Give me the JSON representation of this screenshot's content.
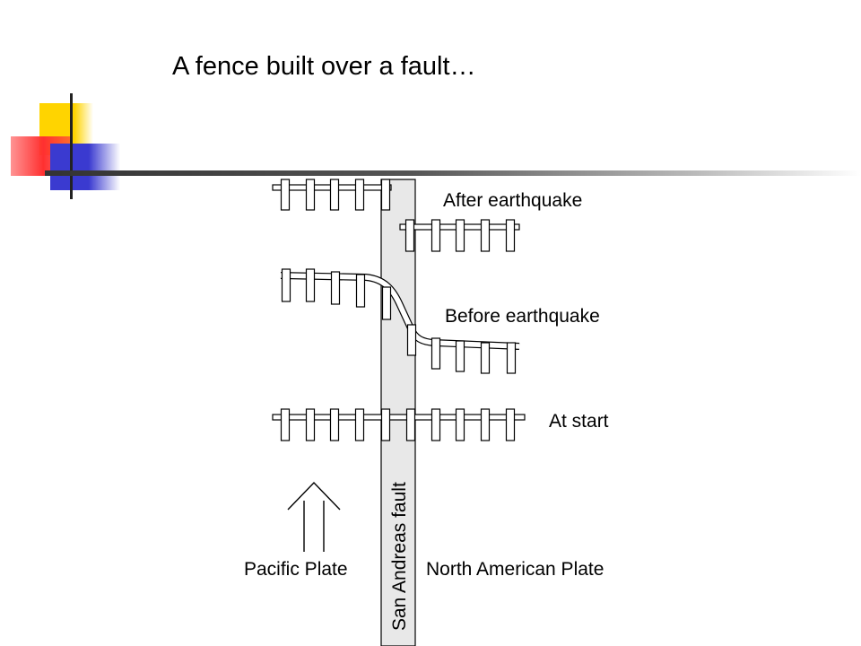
{
  "slide": {
    "title": "A fence built over a fault…"
  },
  "diagram": {
    "fault_label": "San Andreas fault",
    "stage_labels": {
      "after": "After earthquake",
      "before": "Before earthquake",
      "start": "At start"
    },
    "plate_labels": {
      "left": "Pacific Plate",
      "right": "North American Plate"
    }
  }
}
